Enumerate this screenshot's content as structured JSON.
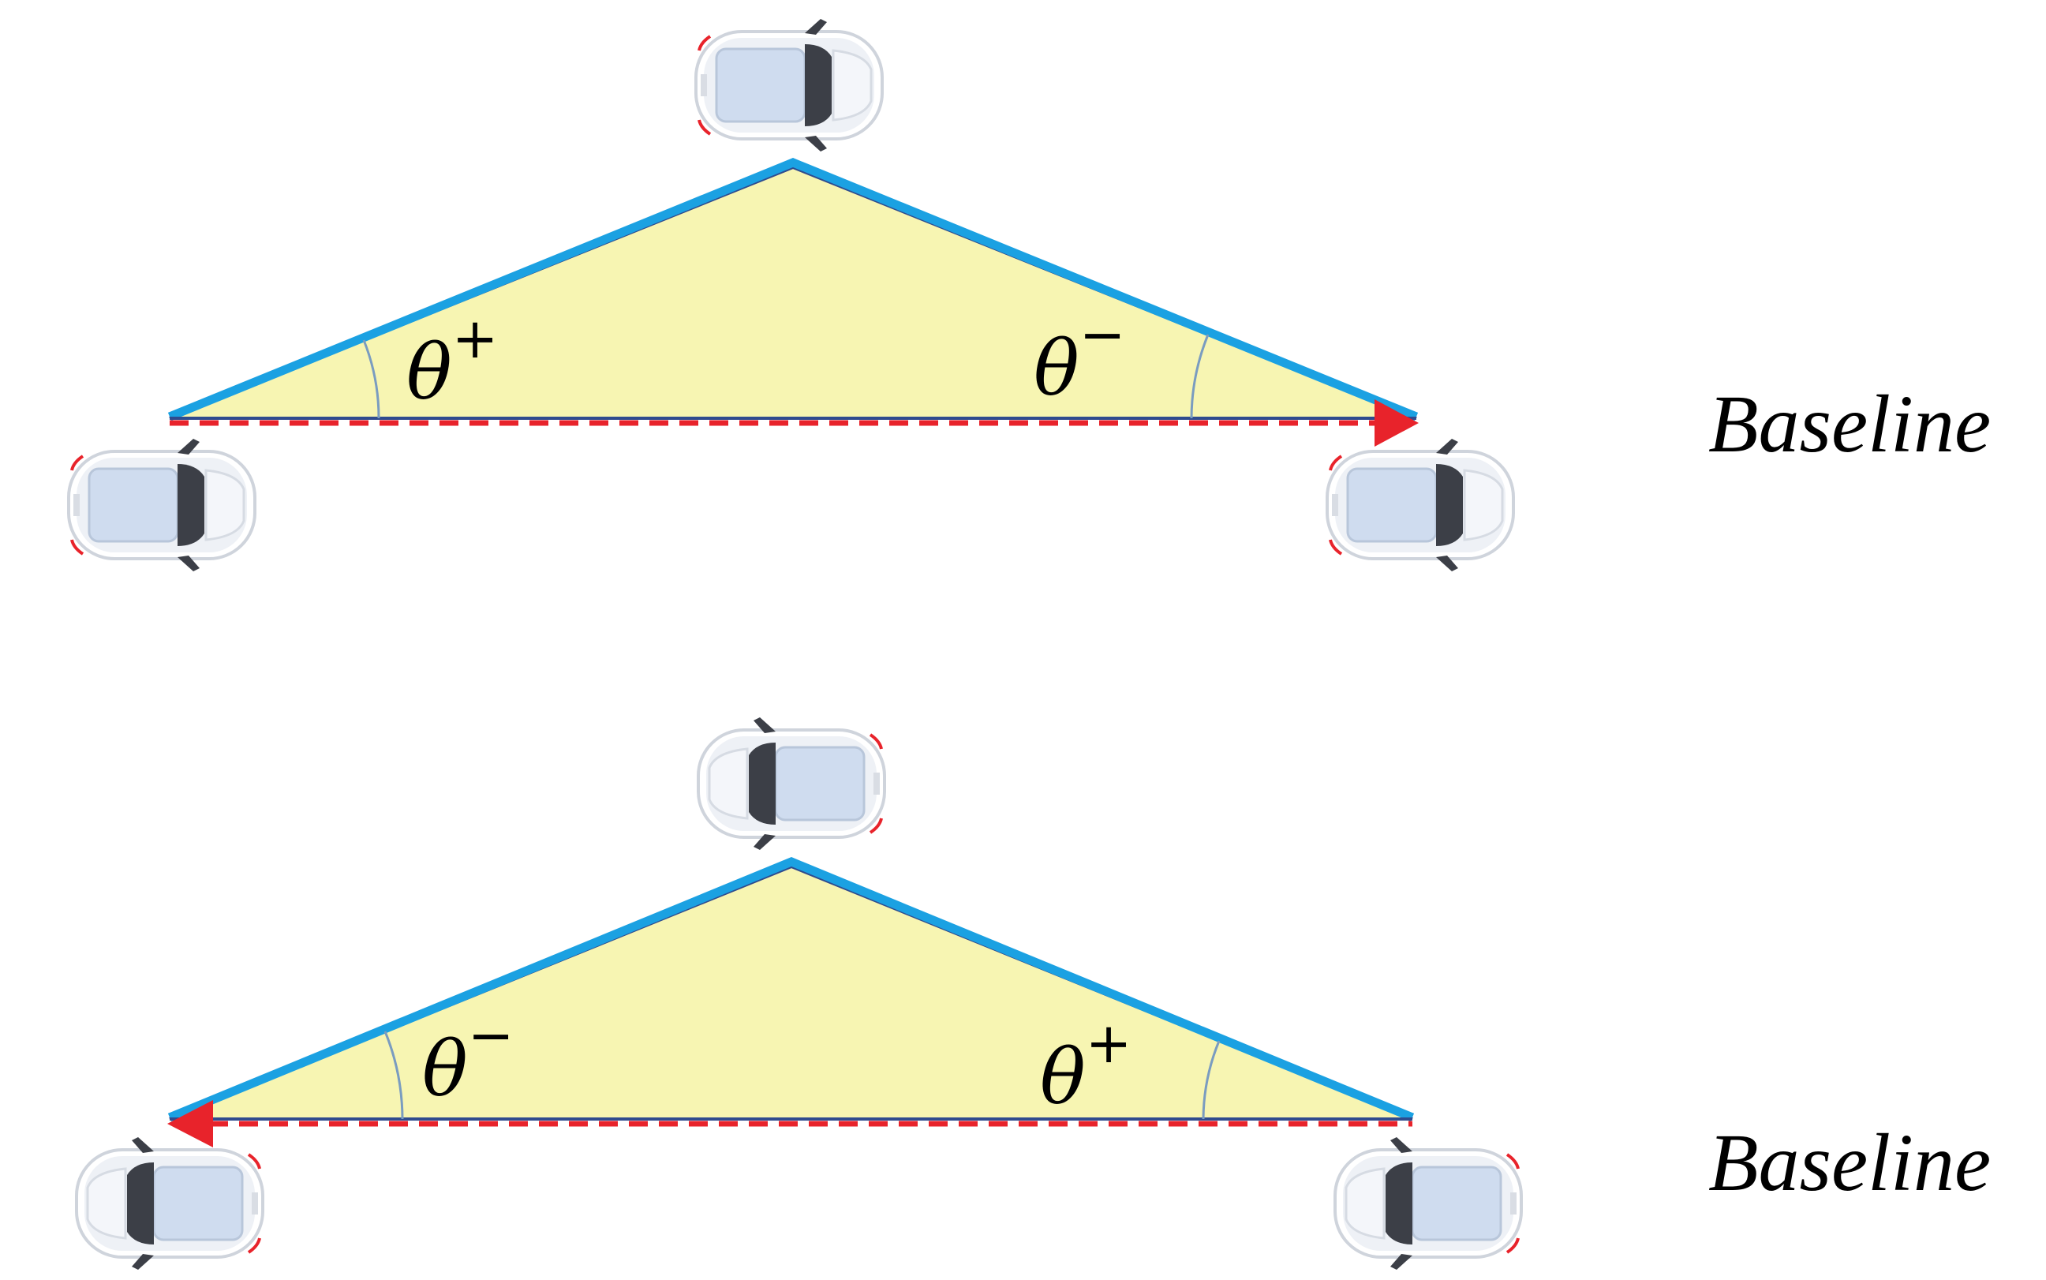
{
  "colors": {
    "triangle_fill": "#f7f5b2",
    "triangle_edge": "#1ba1e2",
    "triangle_inner_edge": "#2f4b8e",
    "baseline_dash": "#e8232b",
    "arrow": "#e8232b",
    "angle_arc": "#7a9cc0",
    "car_body": "#eef1f6",
    "car_glass": "#cfdcef",
    "car_roof": "#3c3f47"
  },
  "panels": [
    {
      "arrow_direction": "right",
      "left_angle": {
        "symbol": "θ",
        "sign": "+"
      },
      "right_angle": {
        "symbol": "θ",
        "sign": "−"
      },
      "baseline_label": "Baseline"
    },
    {
      "arrow_direction": "left",
      "left_angle": {
        "symbol": "θ",
        "sign": "−"
      },
      "right_angle": {
        "symbol": "θ",
        "sign": "+"
      },
      "baseline_label": "Baseline"
    }
  ]
}
